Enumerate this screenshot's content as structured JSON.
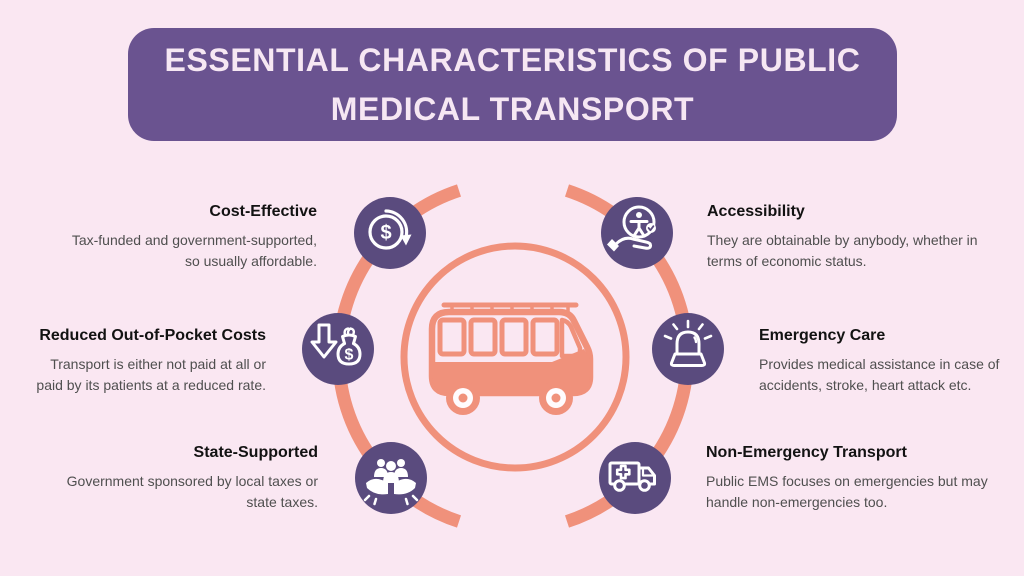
{
  "title": {
    "line1": "ESSENTIAL CHARACTERISTICS OF PUBLIC",
    "line2": "MEDICAL TRANSPORT"
  },
  "colors": {
    "background": "#FAE7F2",
    "banner": "#6A5390",
    "banner_text": "#F6E7F3",
    "icon_circle": "#5A4B7E",
    "accent": "#F0917B",
    "heading_text": "#121212",
    "body_text": "#4F4F4F"
  },
  "center": {
    "illustration": "public-transport-bus"
  },
  "glyphs": {
    "dollar": "$"
  },
  "items": [
    {
      "id": "cost-effective",
      "heading": "Cost-Effective",
      "icon": "dollar-decrease-icon",
      "body": [
        "Tax-funded and government-supported,",
        "so usually affordable."
      ]
    },
    {
      "id": "reduced-out-of-pocket-costs",
      "heading": "Reduced Out-of-Pocket Costs",
      "icon": "money-bag-down-arrow-icon",
      "body": [
        "Transport is either not paid at all or",
        "paid by its patients at a reduced rate."
      ]
    },
    {
      "id": "state-supported",
      "heading": "State-Supported",
      "icon": "community-hands-icon",
      "body": [
        "Government sponsored by local taxes or",
        "state taxes."
      ]
    },
    {
      "id": "accessibility",
      "heading": "Accessibility",
      "icon": "hand-accessibility-icon",
      "body": [
        "They are obtainable by anybody, whether in",
        "terms of economic status."
      ]
    },
    {
      "id": "emergency-care",
      "heading": "Emergency Care",
      "icon": "siren-icon",
      "body": [
        "Provides medical assistance in case of",
        "accidents, stroke, heart attack etc."
      ]
    },
    {
      "id": "non-emergency-transport",
      "heading": "Non-Emergency Transport",
      "icon": "ambulance-icon",
      "body": [
        "Public EMS focuses on emergencies but may",
        "handle non-emergencies too."
      ]
    }
  ]
}
